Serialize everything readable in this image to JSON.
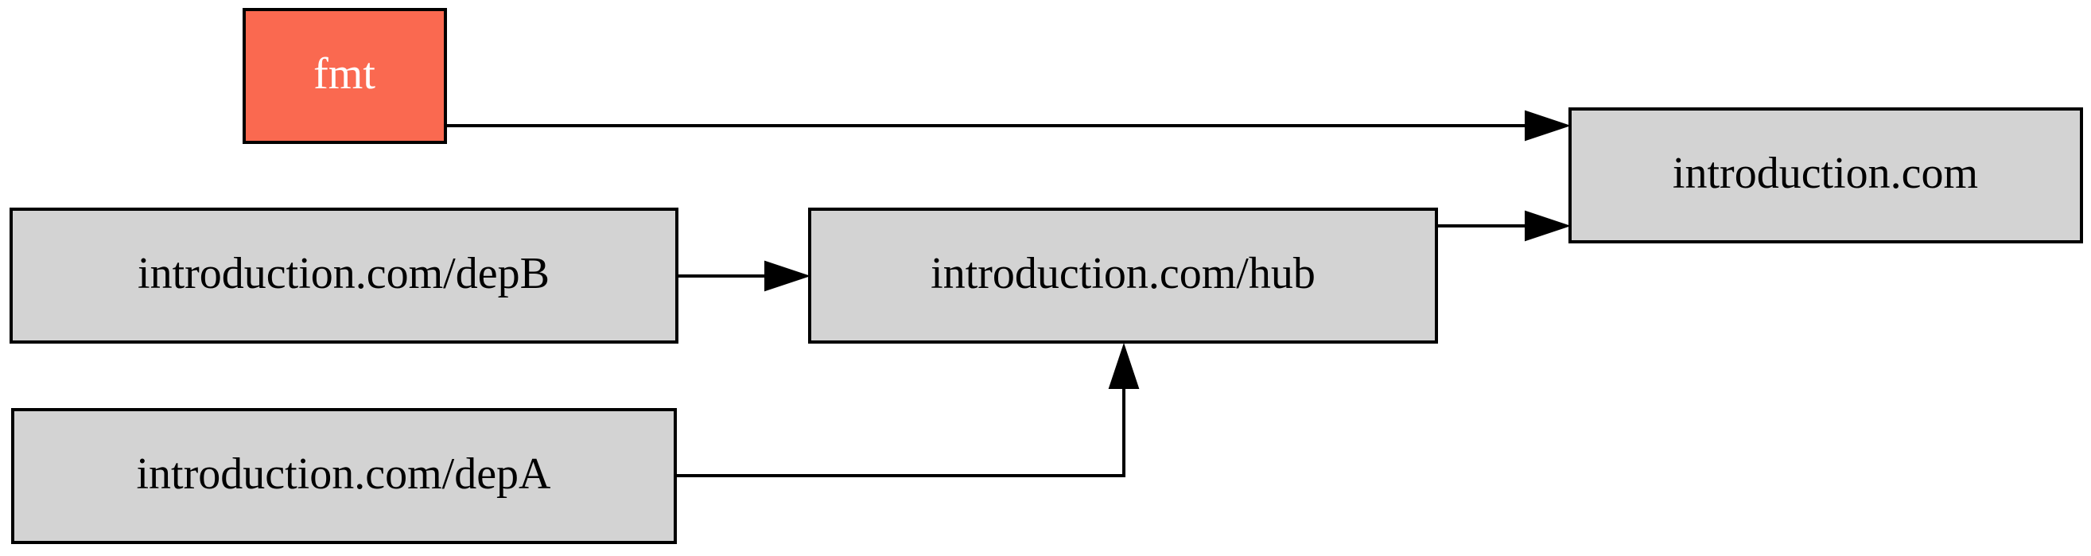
{
  "diagram": {
    "colors": {
      "node_fill": "#d3d3d3",
      "highlight_fill": "#fa6950",
      "text": "#000000",
      "highlight_text": "#ffffff",
      "stroke": "#000000"
    },
    "nodes": [
      {
        "id": "fmt",
        "label": "fmt",
        "highlight": true
      },
      {
        "id": "root",
        "label": "introduction.com",
        "highlight": false
      },
      {
        "id": "depB",
        "label": "introduction.com/depB",
        "highlight": false
      },
      {
        "id": "hub",
        "label": "introduction.com/hub",
        "highlight": false
      },
      {
        "id": "depA",
        "label": "introduction.com/depA",
        "highlight": false
      }
    ],
    "edges": [
      {
        "from": "fmt",
        "to": "root"
      },
      {
        "from": "hub",
        "to": "root"
      },
      {
        "from": "depB",
        "to": "hub"
      },
      {
        "from": "depA",
        "to": "hub"
      }
    ]
  }
}
